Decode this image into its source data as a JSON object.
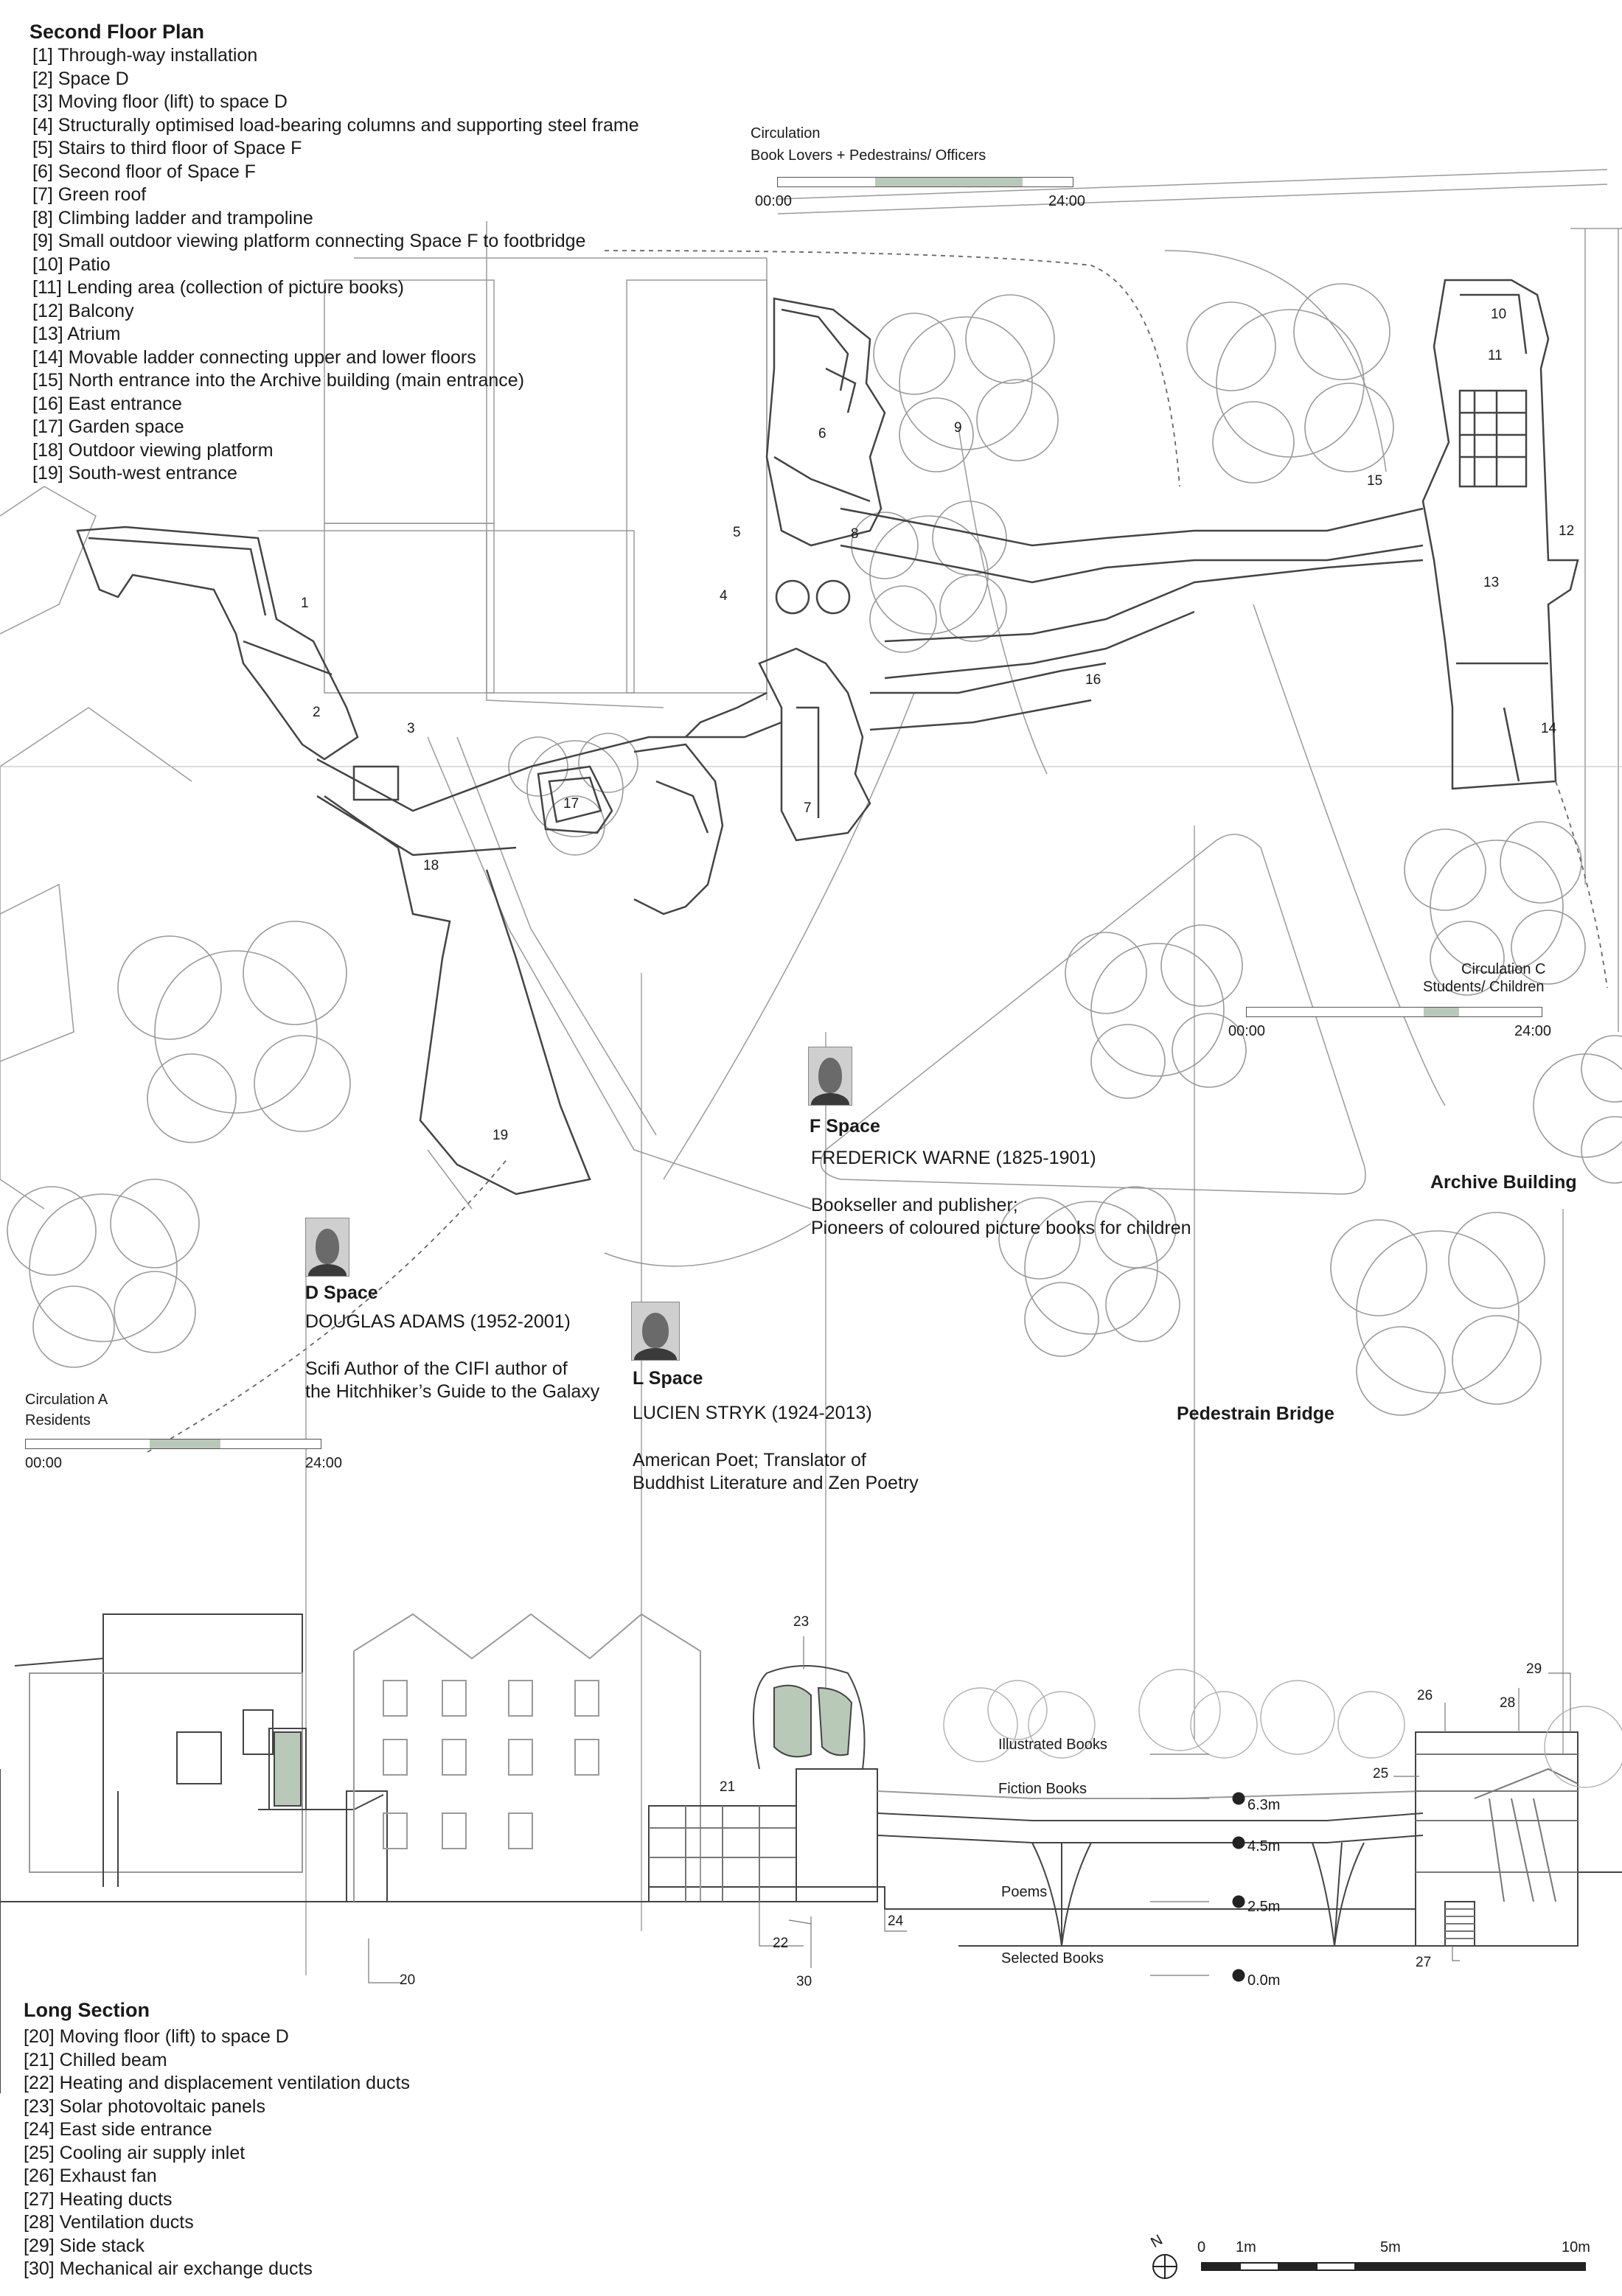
{
  "plan_legend": {
    "title": "Second Floor Plan",
    "items": [
      "[1] Through-way installation",
      "[2] Space D",
      "[3] Moving floor (lift) to space D",
      "[4] Structurally optimised load-bearing columns and supporting steel frame",
      "[5] Stairs to third floor of Space F",
      "[6] Second floor of Space F",
      "[7] Green roof",
      "[8] Climbing ladder and trampoline",
      "[9] Small outdoor viewing platform connecting Space F to footbridge",
      "[10] Patio",
      "[11] Lending area (collection of picture books)",
      "[12] Balcony",
      "[13] Atrium",
      "[14] Movable ladder connecting upper and lower floors",
      "[15] North entrance into the Archive building (main entrance)",
      "[16] East entrance",
      "[17] Garden space",
      "[18] Outdoor viewing platform",
      "[19] South-west entrance"
    ]
  },
  "section_legend": {
    "title": "Long Section",
    "items": [
      "[20] Moving floor (lift) to space D",
      "[21] Chilled beam",
      "[22] Heating and displacement ventilation ducts",
      "[23] Solar photovoltaic panels",
      "[24] East side entrance",
      "[25] Cooling air supply inlet",
      "[26] Exhaust fan",
      "[27] Heating ducts",
      "[28] Ventilation ducts",
      "[29] Side stack",
      "[30] Mechanical air exchange ducts"
    ]
  },
  "circulation": {
    "b": {
      "title": "Circulation",
      "subtitle": "Book Lovers + Pedestrains/ Officers",
      "start": "00:00",
      "end": "24:00",
      "active_from": 0.33,
      "active_to": 0.83
    },
    "c": {
      "title": "Circulation C",
      "subtitle": "Students/ Children",
      "start": "00:00",
      "end": "24:00",
      "active_from": 0.6,
      "active_to": 0.72
    },
    "a": {
      "title": "Circulation A",
      "subtitle": "Residents",
      "start": "00:00",
      "end": "24:00",
      "active_from": 0.42,
      "active_to": 0.66
    }
  },
  "spaces": {
    "f": {
      "title": "F Space",
      "person": "FREDERICK WARNE (1825-1901)",
      "line1": "Bookseller and publisher;",
      "line2": "Pioneers of coloured picture books for children"
    },
    "d": {
      "title": "D Space",
      "person": "DOUGLAS ADAMS (1952-2001)",
      "line1": "Scifi Author of the CIFI author of",
      "line2": "the Hitchhiker’s Guide to the Galaxy"
    },
    "l": {
      "title": "L Space",
      "person": "LUCIEN STRYK (1924-2013)",
      "line1": "American Poet; Translator of",
      "line2": "Buddhist Literature and Zen Poetry"
    }
  },
  "labels": {
    "archive": "Archive Building",
    "bridge": "Pedestrain Bridge"
  },
  "section_labels": {
    "illustrated": "Illustrated Books",
    "fiction": "Fiction Books",
    "poems": "Poems",
    "selected": "Selected Books",
    "lvl_63": "6.3m",
    "lvl_45": "4.5m",
    "lvl_25": "2.5m",
    "lvl_00": "0.0m"
  },
  "plan_numbers": [
    "1",
    "2",
    "3",
    "4",
    "5",
    "6",
    "7",
    "8",
    "9",
    "10",
    "11",
    "12",
    "13",
    "14",
    "15",
    "16",
    "17",
    "18",
    "19"
  ],
  "section_numbers": [
    "20",
    "21",
    "22",
    "23",
    "24",
    "25",
    "26",
    "27",
    "28",
    "29",
    "30"
  ],
  "scale": {
    "north": "N",
    "t0": "0",
    "t1": "1m",
    "t5": "5m",
    "t10": "10m"
  },
  "colors": {
    "line": "#444444",
    "light_line": "#9a9a9a",
    "green_panel": "#b9c9b7"
  }
}
